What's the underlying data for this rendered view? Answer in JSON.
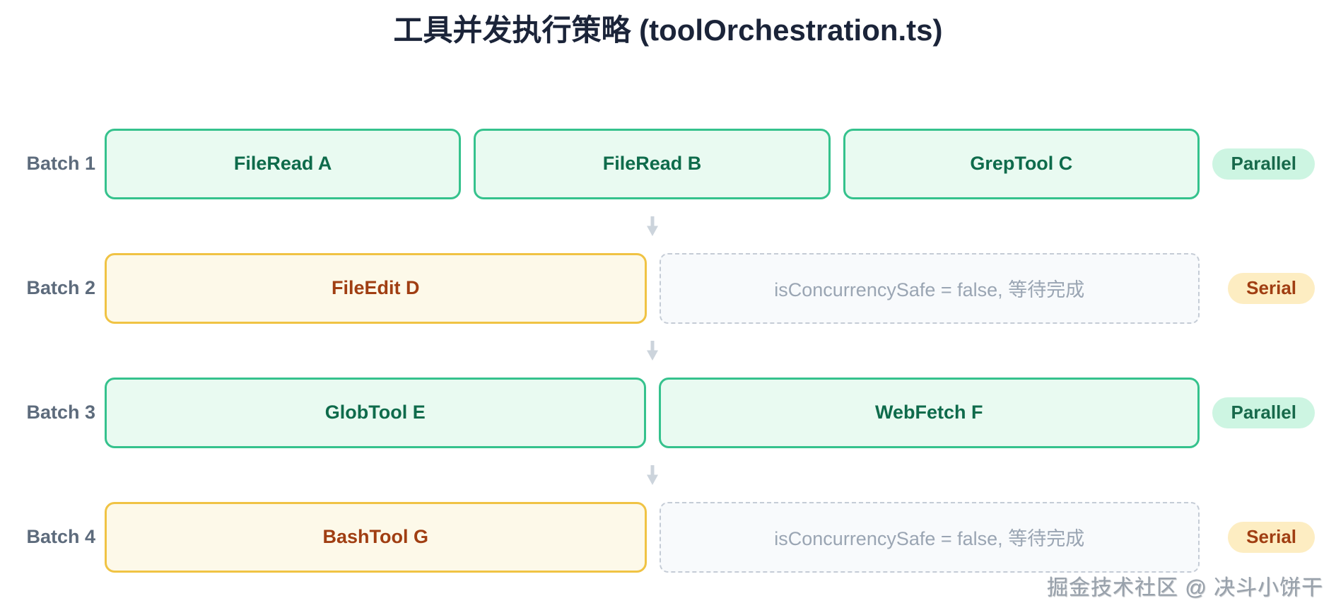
{
  "title": "工具并发执行策略 (toolOrchestration.ts)",
  "rows": [
    {
      "label": "Batch 1",
      "badge": {
        "text": "Parallel",
        "type": "parallel"
      },
      "boxes": [
        {
          "text": "FileRead A",
          "type": "safe"
        },
        {
          "text": "FileRead B",
          "type": "safe"
        },
        {
          "text": "GrepTool C",
          "type": "safe"
        }
      ]
    },
    {
      "label": "Batch 2",
      "badge": {
        "text": "Serial",
        "type": "serial"
      },
      "boxes": [
        {
          "text": "FileEdit D",
          "type": "unsafe"
        },
        {
          "text": "isConcurrencySafe = false, 等待完成",
          "type": "note"
        }
      ]
    },
    {
      "label": "Batch 3",
      "badge": {
        "text": "Parallel",
        "type": "parallel"
      },
      "boxes": [
        {
          "text": "GlobTool E",
          "type": "safe"
        },
        {
          "text": "WebFetch F",
          "type": "safe"
        }
      ]
    },
    {
      "label": "Batch 4",
      "badge": {
        "text": "Serial",
        "type": "serial"
      },
      "boxes": [
        {
          "text": "BashTool G",
          "type": "unsafe"
        },
        {
          "text": "isConcurrencySafe = false, 等待完成",
          "type": "note"
        }
      ]
    }
  ],
  "watermark": "掘金技术社区 @ 决斗小饼干",
  "icons": {
    "flow_arrow": "down-arrow-icon"
  },
  "colors": {
    "title_text": "#1b2439",
    "batch_label": "#5d6b7c",
    "safe_border": "#35c28d",
    "safe_bg": "#e9faf1",
    "safe_text": "#0e6b4b",
    "unsafe_border": "#f0c344",
    "unsafe_bg": "#fdf9e9",
    "unsafe_text": "#a03e12",
    "note_border": "#c5ccd6",
    "note_bg": "#f8fafc",
    "note_text": "#9aa5b3",
    "parallel_badge_bg": "#cdf5e2",
    "parallel_badge_text": "#17694b",
    "serial_badge_bg": "#fdedc2",
    "serial_badge_text": "#a03e12",
    "arrow": "#ccd4dc"
  }
}
